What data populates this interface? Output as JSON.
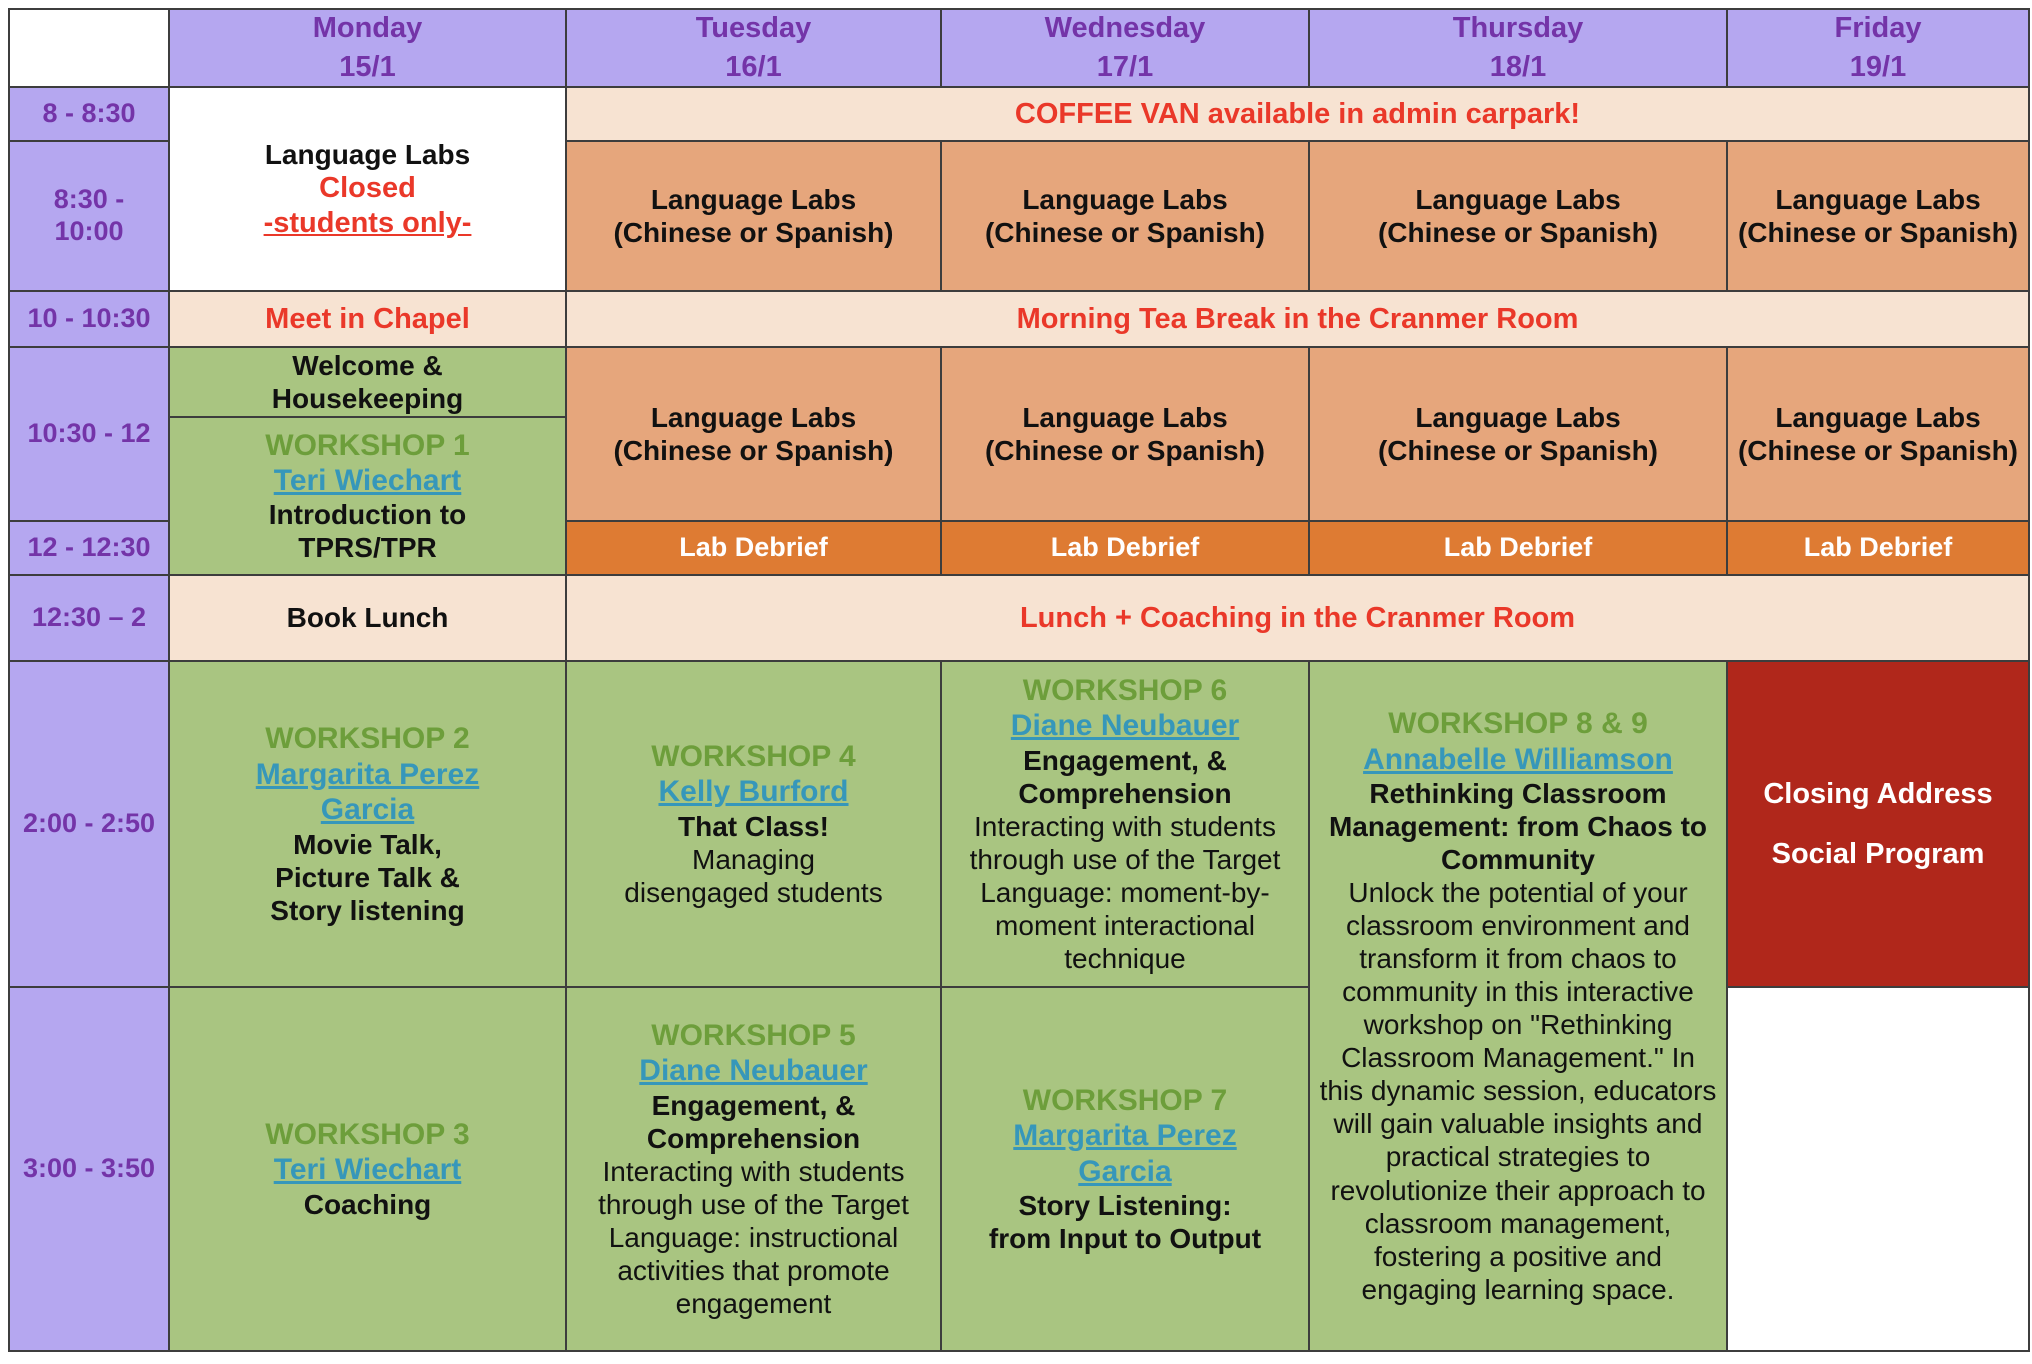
{
  "table": {
    "days": [
      {
        "name": "Monday",
        "date": "15/1"
      },
      {
        "name": "Tuesday",
        "date": "16/1"
      },
      {
        "name": "Wednesday",
        "date": "17/1"
      },
      {
        "name": "Thursday",
        "date": "18/1"
      },
      {
        "name": "Friday",
        "date": "19/1"
      }
    ],
    "times": {
      "t1": "8 - 8:30",
      "t2": "8:30 - 10:00",
      "t3": "10 - 10:30",
      "t4": "10:30 - 12",
      "t5": "12 - 12:30",
      "t6": "12:30 – 2",
      "t7": "2:00 - 2:50",
      "t8": "3:00 - 3:50"
    },
    "banners": {
      "coffee": "COFFEE VAN available in admin carpark!",
      "morning_tea": "Morning Tea Break in the Cranmer Room",
      "lunch": "Lunch + Coaching in the Cranmer Room"
    },
    "monday": {
      "labs_closed_line1": "Language Labs",
      "labs_closed_line2": "Closed",
      "labs_closed_line3": "-students only-",
      "meet_chapel": "Meet in Chapel",
      "welcome": "Welcome & Housekeeping",
      "book_lunch": "Book Lunch"
    },
    "labs": {
      "line1": "Language Labs",
      "line2": "(Chinese or Spanish)"
    },
    "lab_debrief": "Lab Debrief",
    "closing": {
      "line1": "Closing Address",
      "line2": "Social Program"
    }
  },
  "workshops": [
    {
      "id": "WORKSHOP 1",
      "presenter": "Teri Wiechart",
      "title": "Introduction to TPRS/TPR",
      "desc": ""
    },
    {
      "id": "WORKSHOP 2",
      "presenter": "Margarita Perez Garcia",
      "title": "Movie Talk, Picture Talk & Story listening",
      "desc": ""
    },
    {
      "id": "WORKSHOP 3",
      "presenter": "Teri Wiechart",
      "title": "Coaching",
      "desc": ""
    },
    {
      "id": "WORKSHOP 4",
      "presenter": "Kelly Burford",
      "title": "That Class!",
      "desc": "Managing disengaged students"
    },
    {
      "id": "WORKSHOP 5",
      "presenter": "Diane Neubauer",
      "title": "Engagement, & Comprehension",
      "desc": "Interacting with students through use of the Target Language: instructional activities that promote engagement"
    },
    {
      "id": "WORKSHOP 6",
      "presenter": "Diane Neubauer",
      "title": "Engagement, & Comprehension",
      "desc": "Interacting with students through use of the Target Language: moment-by-moment interactional technique"
    },
    {
      "id": "WORKSHOP 7",
      "presenter": "Margarita Perez Garcia",
      "title": "Story Listening: from Input to Output",
      "desc": ""
    },
    {
      "id": "WORKSHOP 8 & 9",
      "presenter": "Annabelle Williamson",
      "title": "Rethinking Classroom Management: from Chaos to Community",
      "desc": "Unlock the potential of your classroom environment and transform it from chaos to community in this interactive workshop on \"Rethinking Classroom Management.\" In this dynamic session, educators will gain valuable insights and practical strategies to revolutionize their approach to classroom management, fostering a positive and engaging learning space."
    }
  ],
  "colors": {
    "header_bg": "#b5a7f0",
    "header_text": "#7434a8",
    "peach_bg": "#f7e3d2",
    "labs_orange_bg": "#e6a67c",
    "debrief_orange_bg": "#de7b33",
    "green_bg": "#a9c581",
    "workshop_green_text": "#6d9e3b",
    "presenter_teal_text": "#3697ba",
    "alert_red_text": "#ea3829",
    "closing_dark_red_bg": "#b0271b"
  }
}
